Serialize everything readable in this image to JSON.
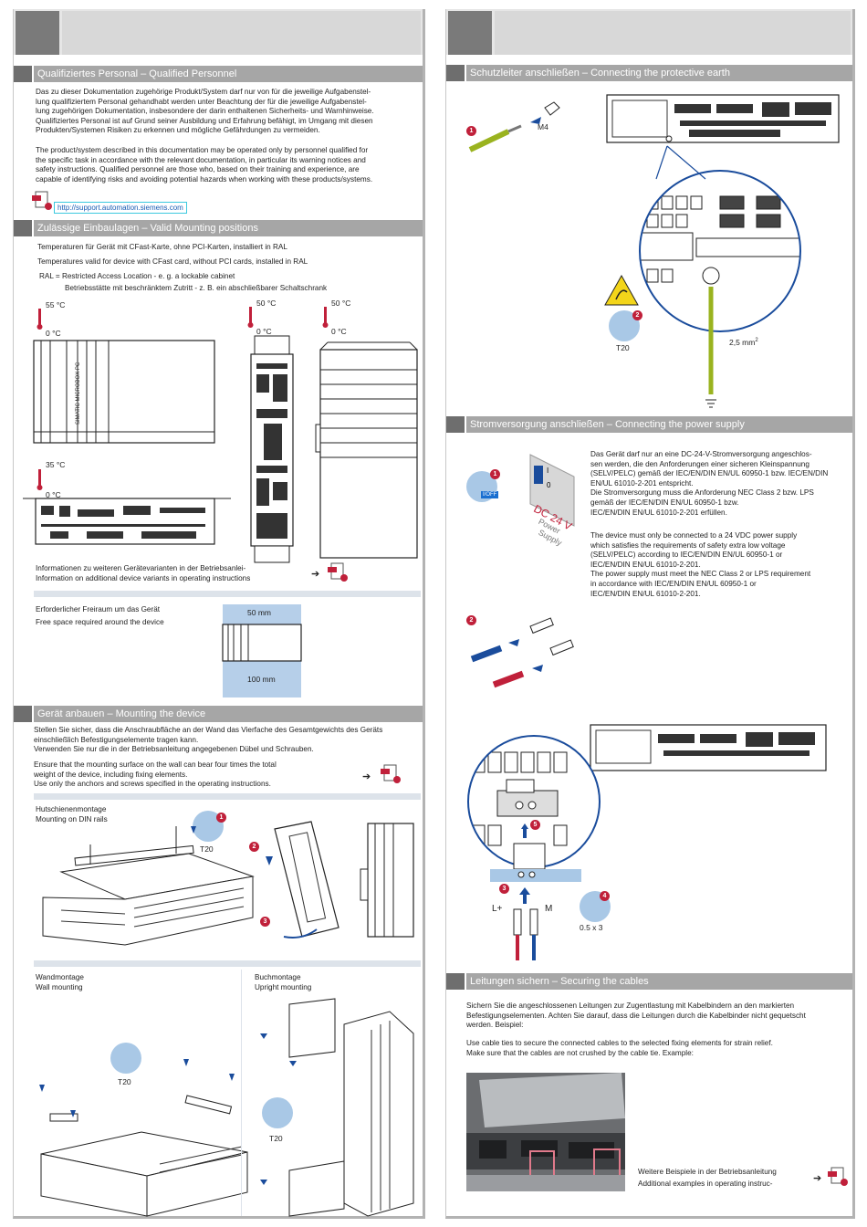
{
  "left": {
    "qualified": {
      "title": "Qualifiziertes Personal – Qualified Personnel",
      "de": "Das zu dieser Dokumentation zugehörige Produkt/System darf nur von für die jeweilige Aufgabenstel-\nlung qualifiziertem Personal gehandhabt werden unter Beachtung der für die jeweilige Aufgabenstel-\nlung zugehörigen Dokumentation, insbesondere der darin enthaltenen Sicherheits- und Warnhinweise.\nQualifiziertes Personal ist auf Grund seiner Ausbildung und Erfahrung befähigt, im Umgang mit diesen\nProdukten/Systemen Risiken zu erkennen und mögliche Gefährdungen zu vermeiden.",
      "en": "The product/system described in this documentation may be operated only by personnel qualified for\nthe specific task in accordance with the relevant documentation, in particular its warning notices and\nsafety instructions. Qualified personnel are those who, based on their training and experience, are\ncapable of identifying risks and avoiding potential hazards when working with these products/systems.",
      "link": "http://support.automation.siemens.com"
    },
    "mounting_positions": {
      "title": "Zulässige Einbaulagen – Valid Mounting positions",
      "line1": "Temperaturen für Gerät mit CFast-Karte, ohne PCI-Karten, installiert in RAL",
      "line2": "Temperatures valid for device with CFast card, without PCI cards, installed in RAL",
      "line3": "RAL = Restricted Access Location - e. g. a lockable cabinet",
      "line4": "Betriebsstätte mit beschränktem Zutritt - z. B. ein abschließbarer Schaltschrank",
      "temp_55": "55 °C",
      "temp_50a": "50 °C",
      "temp_50b": "50 °C",
      "temp_35": "35 °C",
      "temp_0": "0 °C",
      "device_label": "SIMATIC MICROBOX PC",
      "info": "Informationen zu weiteren Gerätevarianten in der Betriebsanlei-\nInformation on additional device variants in operating instructions"
    },
    "free_space": {
      "text": "Erforderlicher Freiraum um das Gerät\nFree space required around the device",
      "top": "50 mm",
      "bottom": "100 mm"
    },
    "mounting": {
      "title": "Gerät anbauen – Mounting the device",
      "de": "Stellen Sie sicher, dass die Anschraubfläche an der Wand das Vierfache des Gesamtgewichts des Geräts\neinschließlich Befestigungselemente tragen kann.\nVerwenden Sie nur die in der Betriebsanleitung angegebenen Dübel und Schrauben.",
      "en": "Ensure that the mounting surface on the wall can bear four times the total\nweight of the device, including fixing elements.\nUse only the anchors and screws specified in the operating instructions.",
      "din": "Hutschienenmontage\nMounting on DIN rails",
      "t20": "T20",
      "wall": "Wandmontage\nWall mounting",
      "upright": "Buchmontage\nUpright mounting"
    }
  },
  "right": {
    "earth": {
      "title": "Schutzleiter anschließen – Connecting the protective earth",
      "m4": "M4",
      "t20": "T20",
      "cross": "2,5 mm",
      "sup": "2"
    },
    "power": {
      "title": "Stromversorgung anschließen – Connecting the power supply",
      "de": "Das Gerät darf nur an eine DC-24-V-Stromversorgung angeschlos-\nsen werden, die den Anforderungen einer sicheren Kleinspannung\n(SELV/PELC) gemäß der IEC/EN/DIN EN/UL 60950-1 bzw. IEC/EN/DIN\nEN/UL 61010-2-201 entspricht.\nDie Stromversorgung muss die Anforderung NEC Class 2 bzw. LPS\ngemäß der IEC/EN/DIN EN/UL 60950-1 bzw.\nIEC/EN/DIN EN/UL 61010-2-201 erfüllen.",
      "en": "The device must only be connected to a 24 VDC power supply\nwhich satisfies the requirements of safety extra low voltage\n(SELV/PELC) according to IEC/EN/DIN EN/UL 60950-1 or\nIEC/EN/DIN EN/UL 61010-2-201.\nThe power supply must meet the NEC Class 2 or LPS requirement\nin accordance with IEC/EN/DIN EN/UL 60950-1 or\nIEC/EN/DIN EN/UL 61010-2-201.",
      "onoff": "I/OFF",
      "dc": "DC 24 V",
      "ps1": "Power",
      "ps2": "Supply",
      "lplus": "L+",
      "m": "M",
      "size": "0.5 x 3"
    },
    "cables": {
      "title": "Leitungen sichern – Securing the cables",
      "de": "Sichern Sie die angeschlossenen Leitungen zur Zugentlastung mit Kabelbindern an den markierten\nBefestigungselementen. Achten Sie darauf, dass die Leitungen durch die Kabelbinder nicht gequetscht\nwerden. Beispiel:",
      "en": "Use cable ties to secure the connected cables to the selected fixing elements for strain relief.\nMake sure that the cables are not crushed by the cable tie. Example:",
      "more": "Weitere Beispiele in der Betriebsanleitung\nAdditional examples in operating instruc-"
    }
  }
}
